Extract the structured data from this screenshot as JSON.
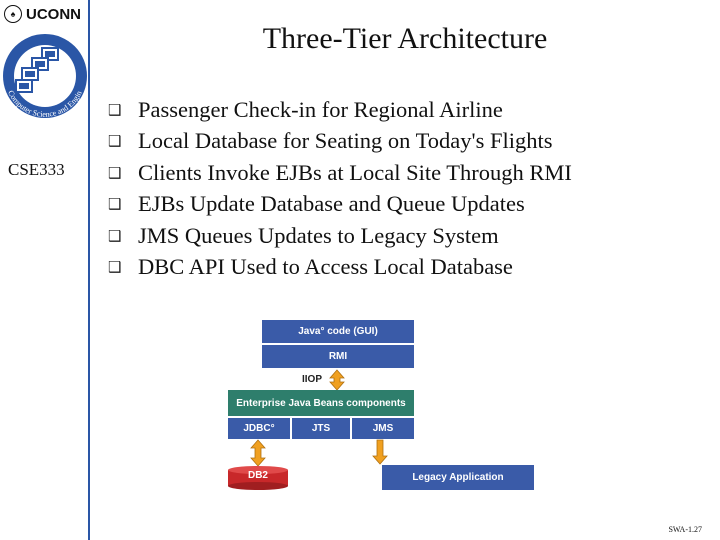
{
  "header": {
    "university": "UCONN",
    "course_code": "CSE333"
  },
  "logo": {
    "arc_text": "Computer Science and Engineering"
  },
  "slide": {
    "title": "Three-Tier Architecture",
    "bullet_icon": "square-bullet-icon",
    "bullets": [
      "Passenger Check-in for Regional Airline",
      "Local Database for Seating on Today's Flights",
      "Clients Invoke EJBs at Local Site Through RMI",
      "EJBs Update Database and Queue Updates",
      "JMS Queues Updates to Legacy System",
      "DBC API Used to Access Local Database"
    ],
    "slide_number": "SWA-1.27"
  },
  "diagram": {
    "java_code": "Java° code (GUI)",
    "rmi": "RMI",
    "iiop": "IIOP",
    "ejb": "Enterprise Java Beans components",
    "jdbc": "JDBC°",
    "jts": "JTS",
    "jms": "JMS",
    "db2": "DB2",
    "legacy": "Legacy Application"
  },
  "colors": {
    "sidebar_rule": "#2a56a6",
    "box_blue": "#3a5ba8",
    "box_teal": "#2e7e6c",
    "arrow_orange": "#f0a020",
    "db_red": "#c8282a"
  }
}
